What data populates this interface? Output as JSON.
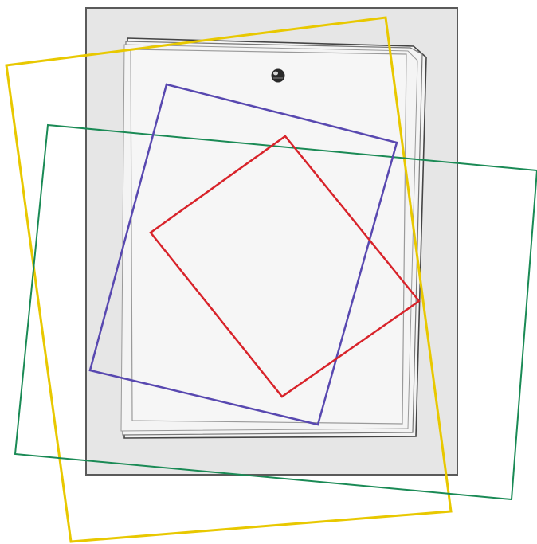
{
  "illustration": {
    "board_color": "#e6e6e6",
    "board_edge_color": "#5a5a5a",
    "paper_color": "#f5f5f5",
    "paper_edge_color": "#8a8a8a",
    "pin_icon": "pushpin-icon",
    "frames": [
      {
        "name": "yellow-frame",
        "color": "#e8c800"
      },
      {
        "name": "green-frame",
        "color": "#1a8a55"
      },
      {
        "name": "purple-frame",
        "color": "#5848b0"
      },
      {
        "name": "red-frame",
        "color": "#d8232a"
      }
    ]
  }
}
